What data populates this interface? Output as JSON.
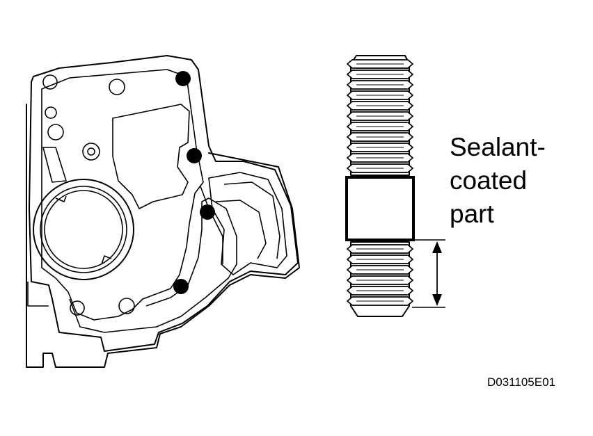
{
  "callout": {
    "line1": "Sealant-",
    "line2": "coated",
    "line3": "part"
  },
  "figure_code": "D031105E01",
  "icons": {
    "housing": "housing-icon",
    "stud_bolt": "stud-bolt-icon",
    "dimension_arrow": "dimension-arrow-icon"
  },
  "colors": {
    "ink": "#000000",
    "paper": "#ffffff"
  }
}
